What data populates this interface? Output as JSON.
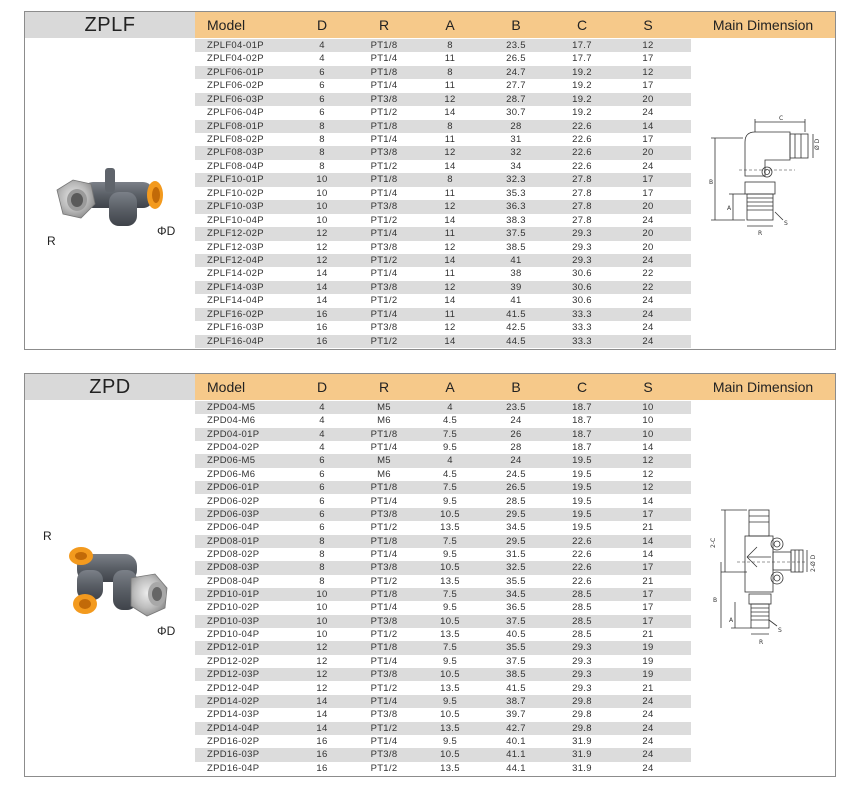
{
  "sections": [
    {
      "name": "ZPLF",
      "headers": [
        "Model",
        "D",
        "R",
        "A",
        "B",
        "C",
        "S"
      ],
      "main_dimension": "Main Dimension",
      "photo_labels": {
        "r": "R",
        "d": "ΦD"
      },
      "rows": [
        [
          "ZPLF04-01P",
          "4",
          "PT1/8",
          "8",
          "23.5",
          "17.7",
          "12"
        ],
        [
          "ZPLF04-02P",
          "4",
          "PT1/4",
          "11",
          "26.5",
          "17.7",
          "17"
        ],
        [
          "ZPLF06-01P",
          "6",
          "PT1/8",
          "8",
          "24.7",
          "19.2",
          "12"
        ],
        [
          "ZPLF06-02P",
          "6",
          "PT1/4",
          "11",
          "27.7",
          "19.2",
          "17"
        ],
        [
          "ZPLF06-03P",
          "6",
          "PT3/8",
          "12",
          "28.7",
          "19.2",
          "20"
        ],
        [
          "ZPLF06-04P",
          "6",
          "PT1/2",
          "14",
          "30.7",
          "19.2",
          "24"
        ],
        [
          "ZPLF08-01P",
          "8",
          "PT1/8",
          "8",
          "28",
          "22.6",
          "14"
        ],
        [
          "ZPLF08-02P",
          "8",
          "PT1/4",
          "11",
          "31",
          "22.6",
          "17"
        ],
        [
          "ZPLF08-03P",
          "8",
          "PT3/8",
          "12",
          "32",
          "22.6",
          "20"
        ],
        [
          "ZPLF08-04P",
          "8",
          "PT1/2",
          "14",
          "34",
          "22.6",
          "24"
        ],
        [
          "ZPLF10-01P",
          "10",
          "PT1/8",
          "8",
          "32.3",
          "27.8",
          "17"
        ],
        [
          "ZPLF10-02P",
          "10",
          "PT1/4",
          "11",
          "35.3",
          "27.8",
          "17"
        ],
        [
          "ZPLF10-03P",
          "10",
          "PT3/8",
          "12",
          "36.3",
          "27.8",
          "20"
        ],
        [
          "ZPLF10-04P",
          "10",
          "PT1/2",
          "14",
          "38.3",
          "27.8",
          "24"
        ],
        [
          "ZPLF12-02P",
          "12",
          "PT1/4",
          "11",
          "37.5",
          "29.3",
          "20"
        ],
        [
          "ZPLF12-03P",
          "12",
          "PT3/8",
          "12",
          "38.5",
          "29.3",
          "20"
        ],
        [
          "ZPLF12-04P",
          "12",
          "PT1/2",
          "14",
          "41",
          "29.3",
          "24"
        ],
        [
          "ZPLF14-02P",
          "14",
          "PT1/4",
          "11",
          "38",
          "30.6",
          "22"
        ],
        [
          "ZPLF14-03P",
          "14",
          "PT3/8",
          "12",
          "39",
          "30.6",
          "22"
        ],
        [
          "ZPLF14-04P",
          "14",
          "PT1/2",
          "14",
          "41",
          "30.6",
          "24"
        ],
        [
          "ZPLF16-02P",
          "16",
          "PT1/4",
          "11",
          "41.5",
          "33.3",
          "24"
        ],
        [
          "ZPLF16-03P",
          "16",
          "PT3/8",
          "12",
          "42.5",
          "33.3",
          "24"
        ],
        [
          "ZPLF16-04P",
          "16",
          "PT1/2",
          "14",
          "44.5",
          "33.3",
          "24"
        ]
      ]
    },
    {
      "name": "ZPD",
      "headers": [
        "Model",
        "D",
        "R",
        "A",
        "B",
        "C",
        "S"
      ],
      "main_dimension": "Main Dimension",
      "photo_labels": {
        "r": "R",
        "d": "ΦD"
      },
      "rows": [
        [
          "ZPD04-M5",
          "4",
          "M5",
          "4",
          "23.5",
          "18.7",
          "10"
        ],
        [
          "ZPD04-M6",
          "4",
          "M6",
          "4.5",
          "24",
          "18.7",
          "10"
        ],
        [
          "ZPD04-01P",
          "4",
          "PT1/8",
          "7.5",
          "26",
          "18.7",
          "10"
        ],
        [
          "ZPD04-02P",
          "4",
          "PT1/4",
          "9.5",
          "28",
          "18.7",
          "14"
        ],
        [
          "ZPD06-M5",
          "6",
          "M5",
          "4",
          "24",
          "19.5",
          "12"
        ],
        [
          "ZPD06-M6",
          "6",
          "M6",
          "4.5",
          "24.5",
          "19.5",
          "12"
        ],
        [
          "ZPD06-01P",
          "6",
          "PT1/8",
          "7.5",
          "26.5",
          "19.5",
          "12"
        ],
        [
          "ZPD06-02P",
          "6",
          "PT1/4",
          "9.5",
          "28.5",
          "19.5",
          "14"
        ],
        [
          "ZPD06-03P",
          "6",
          "PT3/8",
          "10.5",
          "29.5",
          "19.5",
          "17"
        ],
        [
          "ZPD06-04P",
          "6",
          "PT1/2",
          "13.5",
          "34.5",
          "19.5",
          "21"
        ],
        [
          "ZPD08-01P",
          "8",
          "PT1/8",
          "7.5",
          "29.5",
          "22.6",
          "14"
        ],
        [
          "ZPD08-02P",
          "8",
          "PT1/4",
          "9.5",
          "31.5",
          "22.6",
          "14"
        ],
        [
          "ZPD08-03P",
          "8",
          "PT3/8",
          "10.5",
          "32.5",
          "22.6",
          "17"
        ],
        [
          "ZPD08-04P",
          "8",
          "PT1/2",
          "13.5",
          "35.5",
          "22.6",
          "21"
        ],
        [
          "ZPD10-01P",
          "10",
          "PT1/8",
          "7.5",
          "34.5",
          "28.5",
          "17"
        ],
        [
          "ZPD10-02P",
          "10",
          "PT1/4",
          "9.5",
          "36.5",
          "28.5",
          "17"
        ],
        [
          "ZPD10-03P",
          "10",
          "PT3/8",
          "10.5",
          "37.5",
          "28.5",
          "17"
        ],
        [
          "ZPD10-04P",
          "10",
          "PT1/2",
          "13.5",
          "40.5",
          "28.5",
          "21"
        ],
        [
          "ZPD12-01P",
          "12",
          "PT1/8",
          "7.5",
          "35.5",
          "29.3",
          "19"
        ],
        [
          "ZPD12-02P",
          "12",
          "PT1/4",
          "9.5",
          "37.5",
          "29.3",
          "19"
        ],
        [
          "ZPD12-03P",
          "12",
          "PT3/8",
          "10.5",
          "38.5",
          "29.3",
          "19"
        ],
        [
          "ZPD12-04P",
          "12",
          "PT1/2",
          "13.5",
          "41.5",
          "29.3",
          "21"
        ],
        [
          "ZPD14-02P",
          "14",
          "PT1/4",
          "9.5",
          "38.7",
          "29.8",
          "24"
        ],
        [
          "ZPD14-03P",
          "14",
          "PT3/8",
          "10.5",
          "39.7",
          "29.8",
          "24"
        ],
        [
          "ZPD14-04P",
          "14",
          "PT1/2",
          "13.5",
          "42.7",
          "29.8",
          "24"
        ],
        [
          "ZPD16-02P",
          "16",
          "PT1/4",
          "9.5",
          "40.1",
          "31.9",
          "24"
        ],
        [
          "ZPD16-03P",
          "16",
          "PT3/8",
          "10.5",
          "41.1",
          "31.9",
          "24"
        ],
        [
          "ZPD16-04P",
          "16",
          "PT1/2",
          "13.5",
          "44.1",
          "31.9",
          "24"
        ]
      ]
    }
  ],
  "drawing_labels": {
    "zplf": {
      "c": "C",
      "d": "Ø D",
      "b": "B",
      "a": "A",
      "r": "R",
      "s": "S"
    },
    "zpd": {
      "c": "2-C",
      "d": "2-Ø D",
      "b": "B",
      "a": "A",
      "r": "R",
      "s": "S"
    }
  },
  "colors": {
    "header": "#f6c98a",
    "name_cell": "#d9d9d9",
    "row_alt": "#dcdcdc",
    "fitting_body": "#5a5f66",
    "collet": "#f39a1e"
  }
}
